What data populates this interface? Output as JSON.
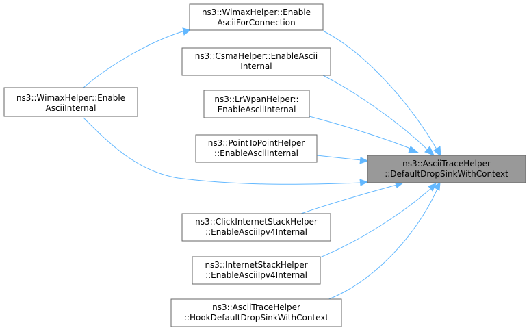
{
  "graph": {
    "focus": {
      "line1": "ns3::AsciiTraceHelper",
      "line2": "::DefaultDropSinkWithContext"
    },
    "callers": [
      {
        "id": "wimax-enable-ascii-for-connection",
        "line1": "ns3::WimaxHelper::Enable",
        "line2": "AsciiForConnection"
      },
      {
        "id": "csma-enable-ascii-internal",
        "line1": "ns3::CsmaHelper::EnableAscii",
        "line2": "Internal"
      },
      {
        "id": "lrwpan-enable-ascii-internal",
        "line1": "ns3::LrWpanHelper::",
        "line2": "EnableAsciiInternal"
      },
      {
        "id": "p2p-enable-ascii-internal",
        "line1": "ns3::PointToPointHelper",
        "line2": "::EnableAsciiInternal"
      },
      {
        "id": "click-enable-ascii-ipv4-internal",
        "line1": "ns3::ClickInternetStackHelper",
        "line2": "::EnableAsciiIpv4Internal"
      },
      {
        "id": "internet-enable-ascii-ipv4-internal",
        "line1": "ns3::InternetStackHelper",
        "line2": "::EnableAsciiIpv4Internal"
      },
      {
        "id": "hook-default-drop-sink-with-context",
        "line1": "ns3::AsciiTraceHelper",
        "line2": "::HookDefaultDropSinkWithContext"
      }
    ],
    "second_level": {
      "id": "wimax-enable-ascii-internal",
      "line1": "ns3::WimaxHelper::Enable",
      "line2": "AsciiInternal"
    }
  }
}
